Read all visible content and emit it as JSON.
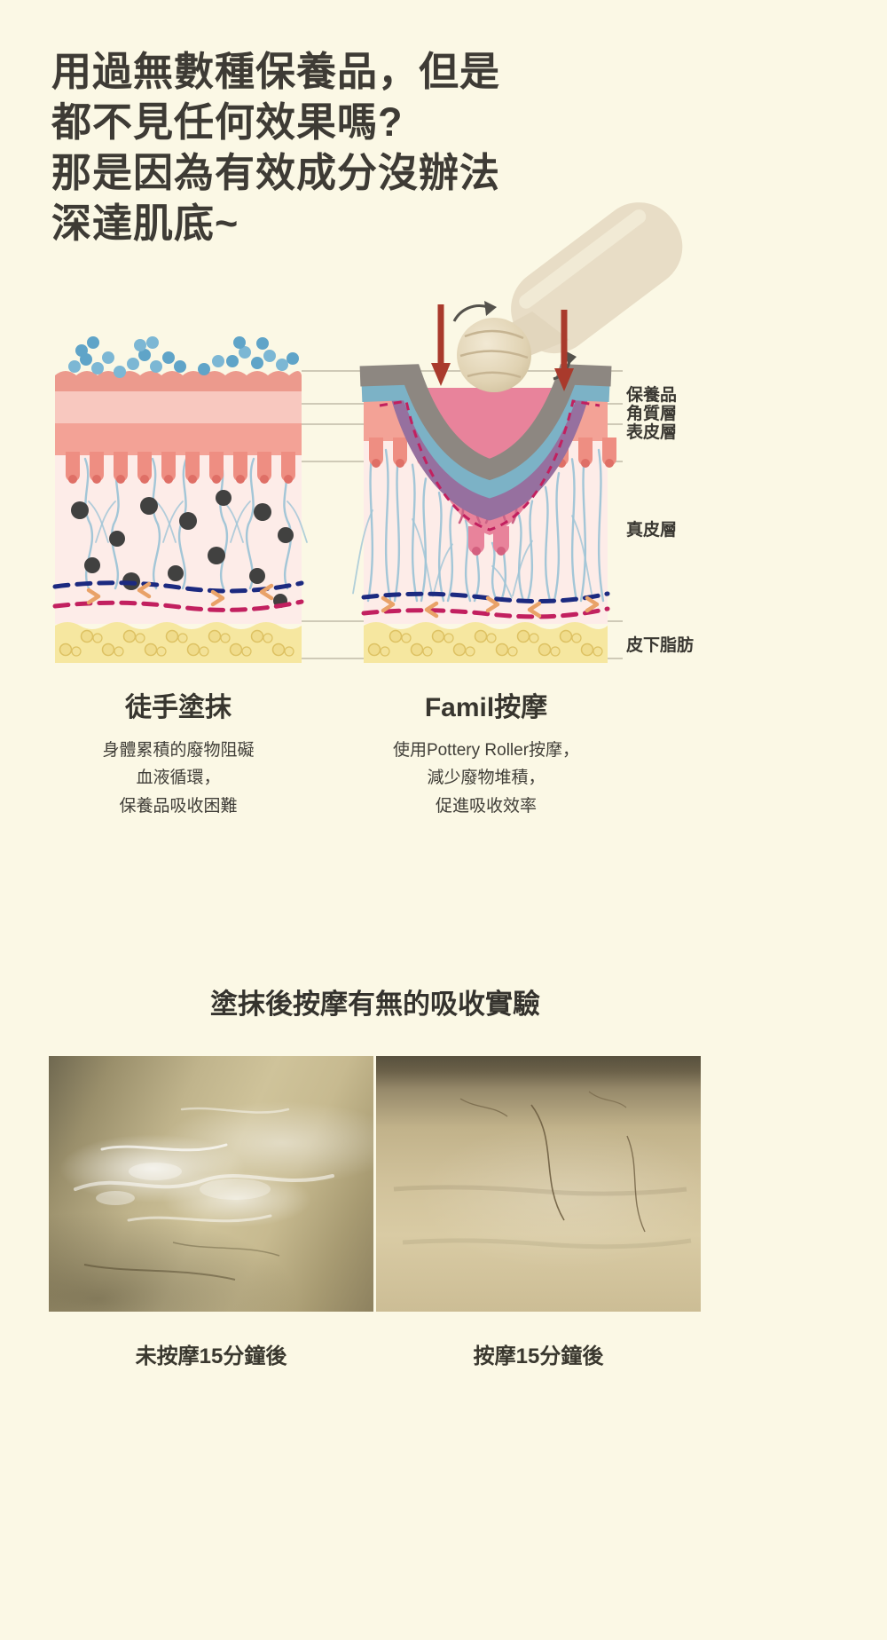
{
  "colors": {
    "background": "#fbf8e5",
    "text": "#3b3934",
    "navy_dash": "#1c2a80",
    "crimson_dash": "#c2205f",
    "arrow_red": "#a93a2c",
    "vessel_blue": "#9ec4d6",
    "fat_yellow": "#f6e7a0"
  },
  "headline": {
    "lines": [
      "用過無數種保養品，但是",
      "都不見任何效果嗎?",
      "那是因為有效成分沒辦法",
      "深達肌底~"
    ]
  },
  "diagram": {
    "layer_labels": [
      "保養品",
      "角質層",
      "表皮層",
      "真皮層",
      "皮下脂肪"
    ],
    "left": {
      "title": "徒手塗抹",
      "description": "身體累積的廢物阻礙\n血液循環，\n保養品吸收困難"
    },
    "right": {
      "title": "Famil按摩",
      "description": "使用Pottery Roller按摩，\n減少廢物堆積，\n促進吸收效率"
    }
  },
  "experiment": {
    "title": "塗抹後按摩有無的吸收實驗",
    "photos": [
      {
        "caption": "未按摩15分鐘後"
      },
      {
        "caption": "按摩15分鐘後"
      }
    ]
  }
}
